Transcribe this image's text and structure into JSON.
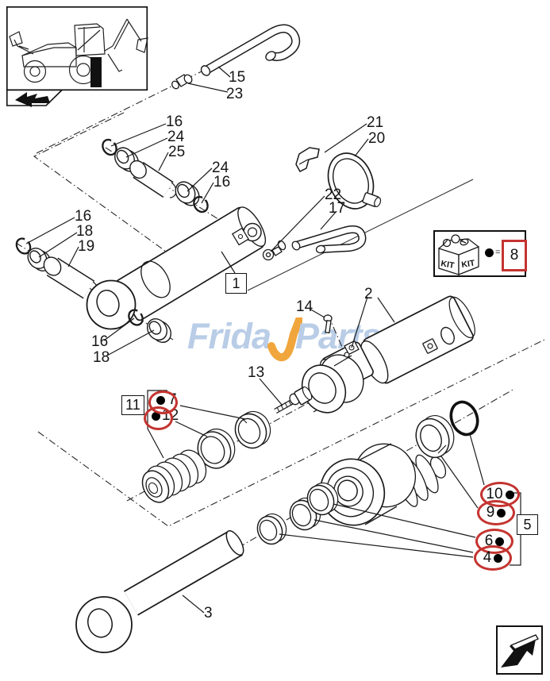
{
  "watermark": {
    "left": "Frida",
    "right": "Parts"
  },
  "kit": {
    "face": "KIT",
    "side": "KIT",
    "legend_dot": "●",
    "legend_equals": "=",
    "ref": "8"
  },
  "icons": {
    "back": "double-arrow-left",
    "forward": "arrow-down-left"
  },
  "colors": {
    "line": "#1a1a1a",
    "red": "#c43430",
    "watermark_blue": "#b9cde7",
    "watermark_orange": "#f0a63c"
  },
  "callouts": {
    "plain": [
      {
        "t": "15"
      },
      {
        "t": "23"
      },
      {
        "t": "16"
      },
      {
        "t": "24"
      },
      {
        "t": "25"
      },
      {
        "t": "24"
      },
      {
        "t": "16"
      },
      {
        "t": "21"
      },
      {
        "t": "20"
      },
      {
        "t": "22"
      },
      {
        "t": "17"
      },
      {
        "t": "16"
      },
      {
        "t": "18"
      },
      {
        "t": "19"
      },
      {
        "t": "16"
      },
      {
        "t": "18"
      },
      {
        "t": "14"
      },
      {
        "t": "2"
      },
      {
        "t": "13"
      },
      {
        "t": "3"
      }
    ],
    "boxed": [
      {
        "t": "1"
      },
      {
        "t": "11"
      },
      {
        "t": "5"
      }
    ],
    "ringed": [
      {
        "t": "10"
      },
      {
        "t": "9"
      },
      {
        "t": "6"
      },
      {
        "t": "4"
      }
    ],
    "dot_ringed": [
      {
        "t": "7"
      },
      {
        "t": "12"
      }
    ],
    "kit_ref": {
      "t": "8"
    }
  }
}
